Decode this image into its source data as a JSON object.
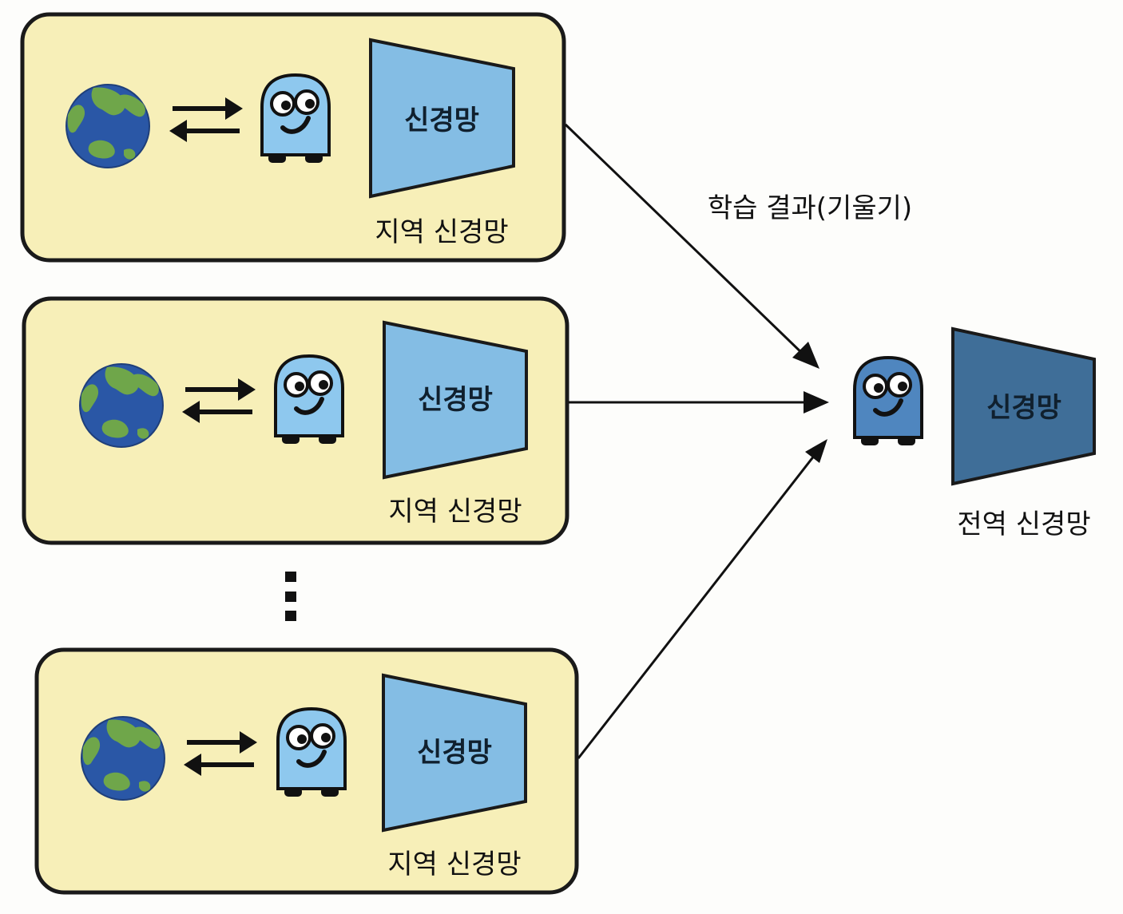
{
  "local_units": [
    {
      "network_label": "신경망",
      "caption": "지역 신경망"
    },
    {
      "network_label": "신경망",
      "caption": "지역 신경망"
    },
    {
      "network_label": "신경망",
      "caption": "지역 신경망"
    }
  ],
  "edge_label": "학습 결과(기울기)",
  "global_unit": {
    "network_label": "신경망",
    "caption": "전역 신경망"
  },
  "colors": {
    "panel_fill": "#f7efb8",
    "local_network": "#84bde4",
    "global_network": "#3f6e98",
    "agent_local": "#8ec8ee",
    "agent_global": "#4f86bf"
  },
  "icons": [
    "globe-icon",
    "exchange-arrows-icon",
    "agent-icon",
    "vertical-ellipsis-icon"
  ]
}
